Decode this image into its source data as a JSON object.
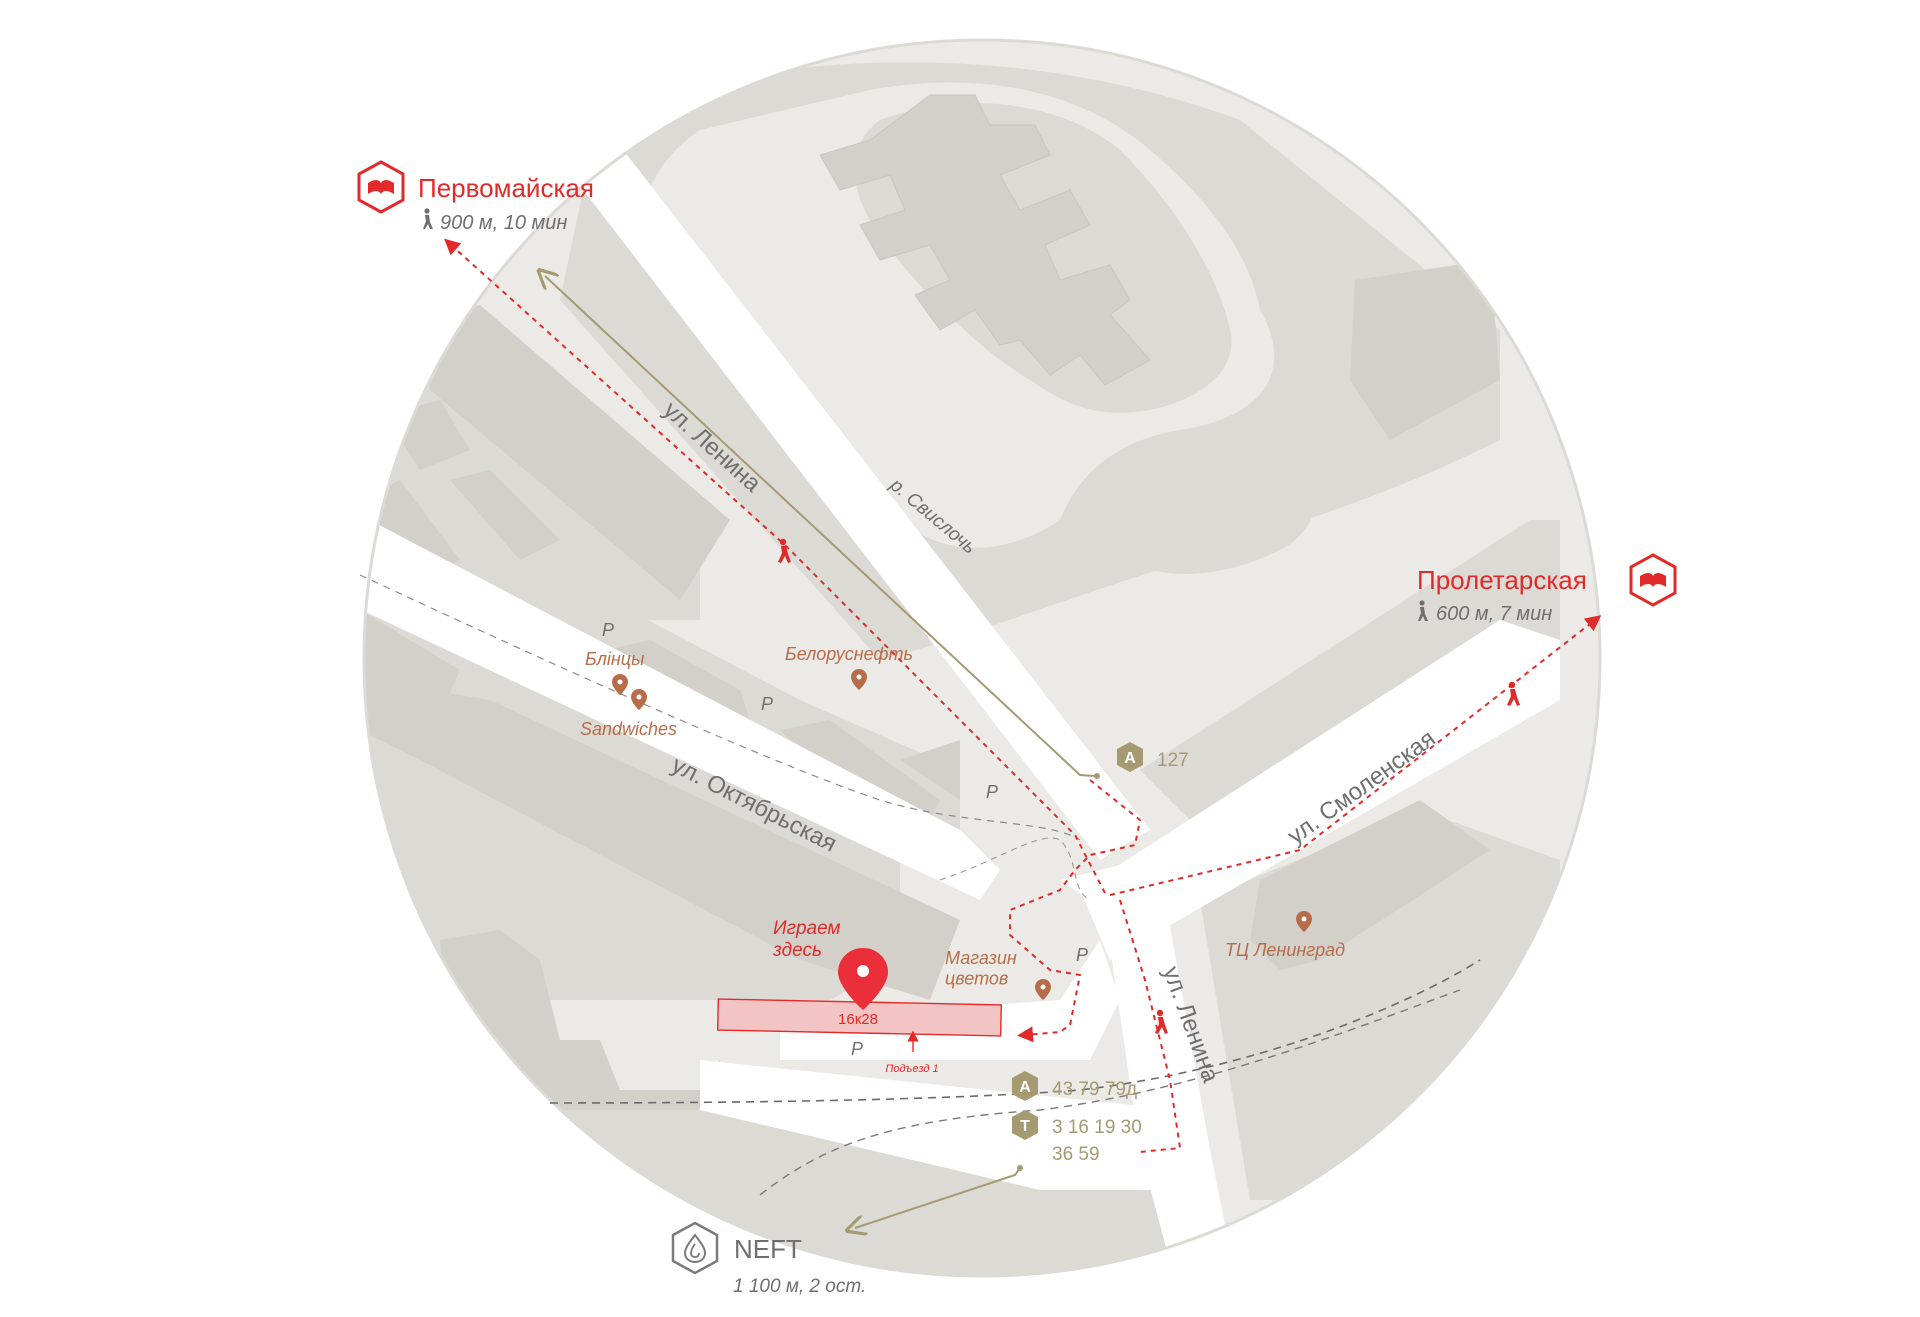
{
  "colors": {
    "background": "#ffffff",
    "ground": "#eceae7",
    "block": "#dbd9d4",
    "building": "#d3d0ca",
    "road": "#ffffff",
    "outline": "#d8d6d1",
    "route": "#e32a2a",
    "poi": "#b86d4a",
    "transit": "#a69a72",
    "neft": "#7a7a7a",
    "street_label": "#6f6f6f"
  },
  "metro": {
    "pervomaiskaya": {
      "name": "Первомайская",
      "distance": "900 м, 10 мин",
      "icon": "metro-icon"
    },
    "proletarskaya": {
      "name": "Пролетарская",
      "distance": "600 м, 7 мин",
      "icon": "metro-icon"
    }
  },
  "streets": {
    "lenina_top": "ул. Ленина",
    "lenina_bottom": "ул. Ленина",
    "oktyabrskaya": "ул. Октябрьская",
    "smolenskaya": "ул. Смоленская",
    "river": "р. Свислочь"
  },
  "pois": {
    "blintsy": "Блінцы",
    "sandwiches": "Sandwiches",
    "belorusneft": "Белоруснефть",
    "flower_shop": "Магазин\nцветов",
    "tc_leningrad": "ТЦ Ленинград",
    "play_here": "Играем\nздесь"
  },
  "building_label": "16к28",
  "entrance": "Подъезд 1",
  "parking": "P",
  "transit_stops": [
    {
      "badge": "A",
      "routes": [
        "127"
      ]
    },
    {
      "badge": "A",
      "routes": [
        "43 79 79д"
      ]
    },
    {
      "badge": "T",
      "routes": [
        "3 16 19 30",
        "36 59"
      ]
    }
  ],
  "neft": {
    "name": "NEFT",
    "distance": "1 100 м, 2 ост."
  }
}
